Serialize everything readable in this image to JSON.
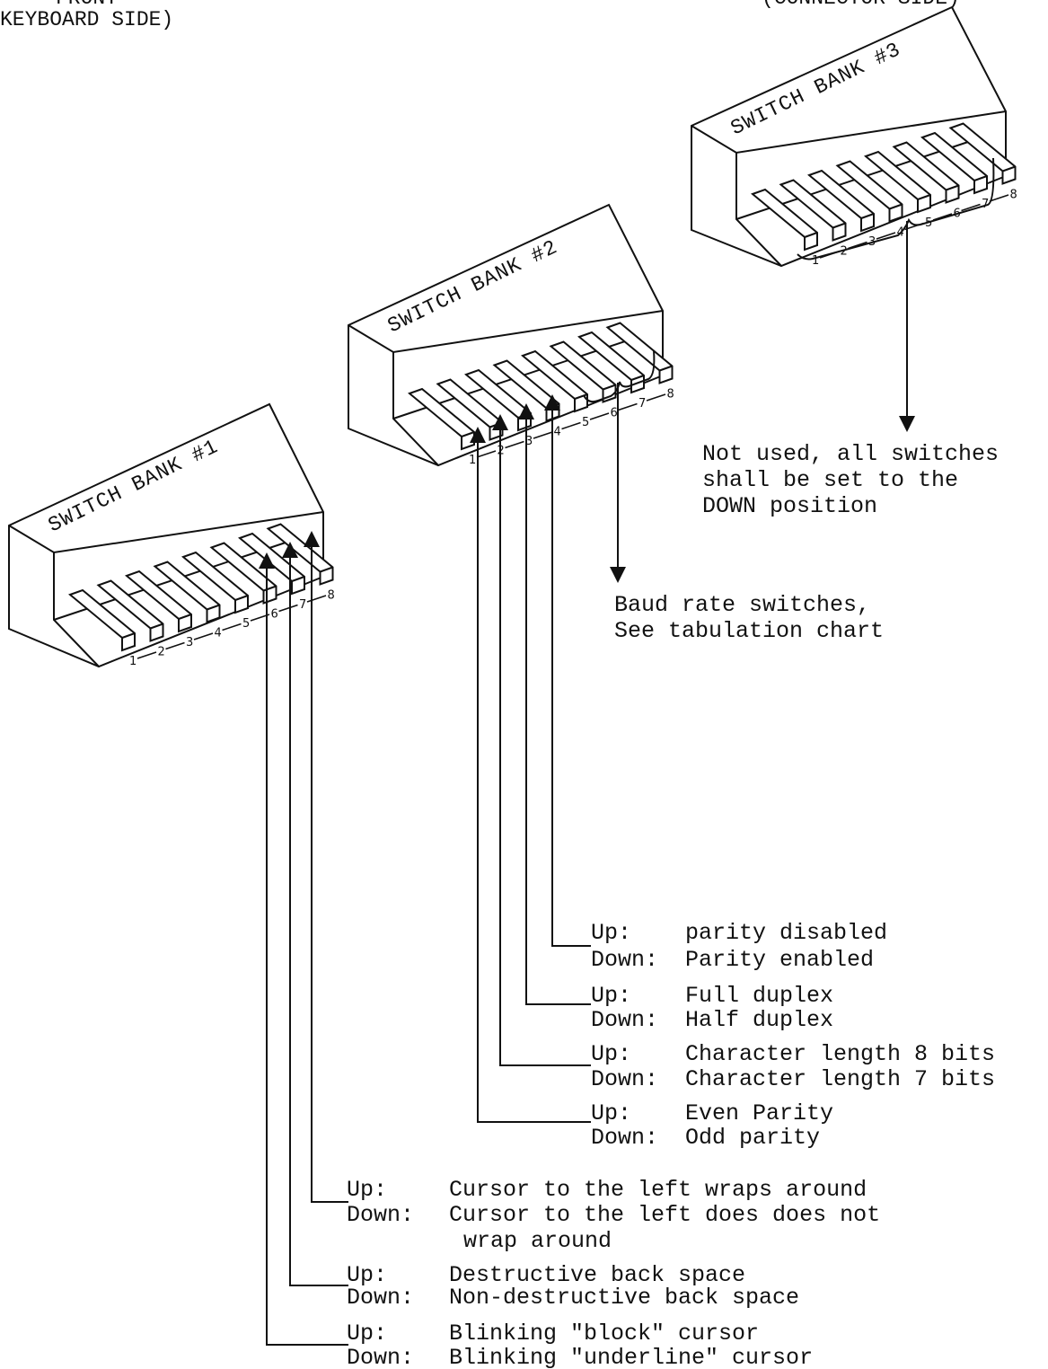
{
  "header": {
    "front_line1": "FRONT",
    "front_line2": "KEYBOARD SIDE)",
    "rear_line": "(CONNECTOR SIDE)"
  },
  "banks": [
    {
      "title": "SWITCH BANK #1",
      "switch_numbers": [
        "1",
        "2",
        "3",
        "4",
        "5",
        "6",
        "7",
        "8"
      ]
    },
    {
      "title": "SWITCH BANK #2",
      "switch_numbers": [
        "1",
        "2",
        "3",
        "4",
        "5",
        "6",
        "7",
        "8"
      ]
    },
    {
      "title": "SWITCH BANK #3",
      "switch_numbers": [
        "1",
        "2",
        "3",
        "4",
        "5",
        "6",
        "7",
        "8"
      ]
    }
  ],
  "notes": {
    "bank3_line1": "Not used, all switches",
    "bank3_line2": "shall be set to the",
    "bank3_line3": "DOWN position",
    "baud_line1": "Baud rate switches,",
    "baud_line2": "See tabulation chart"
  },
  "bank2_settings": [
    {
      "up_key": "Up:",
      "up": "parity disabled",
      "down_key": "Down:",
      "down": "Parity enabled"
    },
    {
      "up_key": "Up:",
      "up": "Full duplex",
      "down_key": "Down:",
      "down": "Half duplex"
    },
    {
      "up_key": "Up:",
      "up": "Character length 8 bits",
      "down_key": "Down:",
      "down": "Character length 7 bits"
    },
    {
      "up_key": "Up:",
      "up": "Even Parity",
      "down_key": "Down:",
      "down": "Odd parity"
    }
  ],
  "bank1_settings": [
    {
      "up_key": "Up:",
      "up": "Cursor to the left wraps around",
      "down_key": "Down:",
      "down": "Cursor to the left does does not",
      "down_cont": "wrap around"
    },
    {
      "up_key": "Up:",
      "up": "Destructive back space",
      "down_key": "Down:",
      "down": "Non-destructive back space"
    },
    {
      "up_key": "Up:",
      "up": "Blinking \"block\" cursor",
      "down_key": "Down:",
      "down": "Blinking \"underline\" cursor"
    }
  ]
}
